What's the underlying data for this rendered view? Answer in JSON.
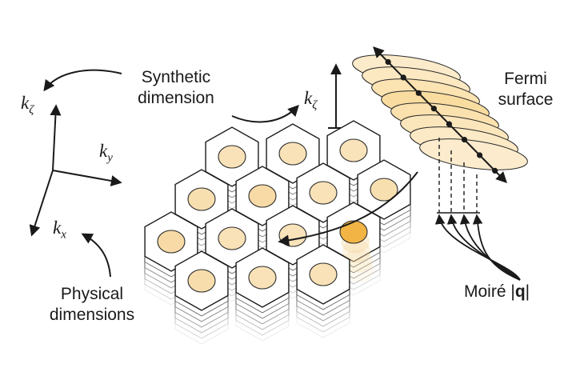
{
  "labels": {
    "synthetic_line1": "Synthetic",
    "synthetic_line2": "dimension",
    "fermi_line1": "Fermi",
    "fermi_line2": "surface",
    "physical_line1": "Physical",
    "physical_line2": "dimensions",
    "moire_prefix": "Moiré |",
    "moire_q": "q",
    "moire_suffix": "|"
  },
  "axes": {
    "k_zeta_left": {
      "base": "k",
      "sub": "ζ"
    },
    "k_y": {
      "base": "k",
      "sub": "y"
    },
    "k_x": {
      "base": "k",
      "sub": "x"
    },
    "k_zeta_mid": {
      "base": "k",
      "sub": "ζ"
    }
  },
  "colors": {
    "line": "#1a1a1a",
    "hex_fill": "#ffffff",
    "disk_light": "#fbecd2",
    "disk_mid": "#f6d79d",
    "disk_strong": "#f2b445",
    "fermi_light": "#fdf0d8",
    "fermi_strong": "#f7cf7a"
  },
  "lattice": {
    "disk_fill_levels": [
      0.35,
      0.35,
      0.3,
      0.45,
      0.6,
      0.35,
      0.45,
      0.6,
      0.35,
      0.3,
      1.0,
      0.5,
      0.35
    ]
  },
  "fermi": {
    "fill_levels": [
      0.15,
      0.25,
      0.4,
      0.6,
      0.45,
      0.3,
      0.2,
      0.12
    ]
  }
}
